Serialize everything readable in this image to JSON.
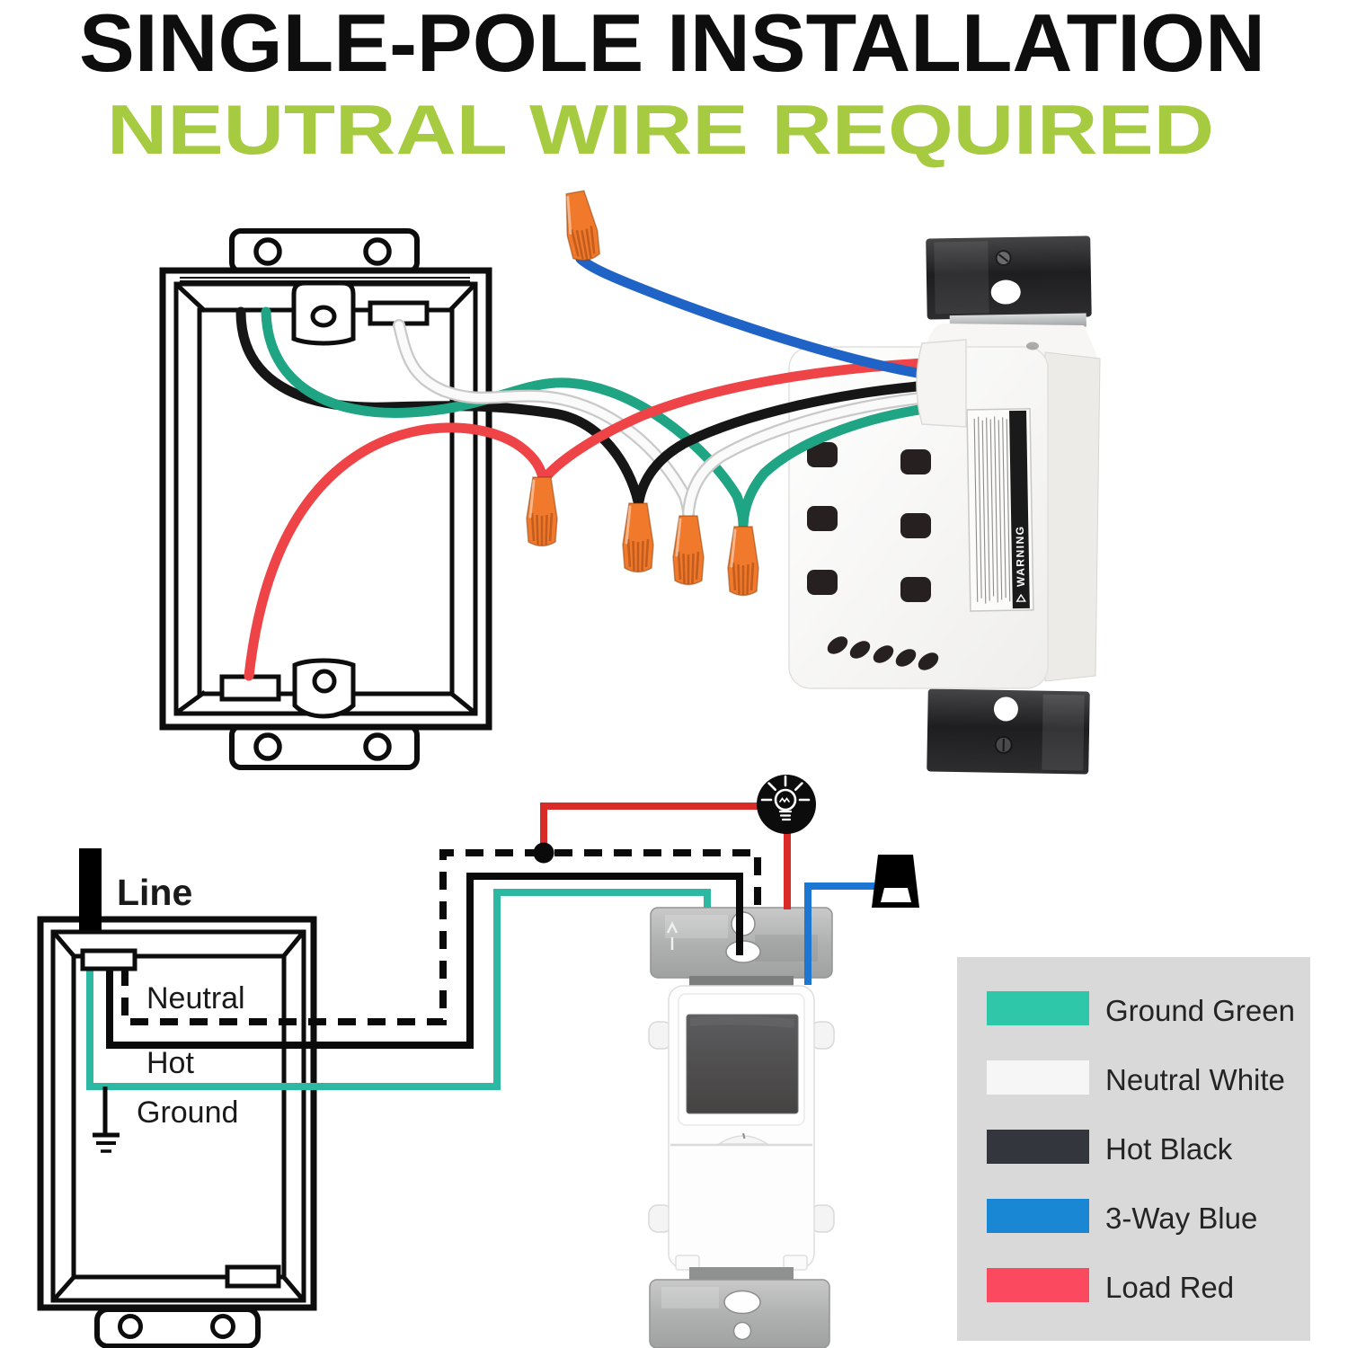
{
  "title": {
    "text": "SINGLE-POLE INSTALLATION",
    "color": "#0e0e0e"
  },
  "subtitle": {
    "text": "NEUTRAL WIRE REQUIRED",
    "color": "#a6cb40"
  },
  "schematic": {
    "line_label": "Line",
    "neutral_label": "Neutral",
    "hot_label": "Hot",
    "ground_label": "Ground",
    "label_color": "#1a1a1a"
  },
  "timer_device": {
    "warning_title": "WARNING"
  },
  "legend": {
    "panel_color": "#d9d9d9",
    "text_color": "#242424",
    "items": [
      {
        "label": "Ground Green",
        "color": "#2ec7a9"
      },
      {
        "label": "Neutral White",
        "color": "#f6f6f6"
      },
      {
        "label": "Hot Black",
        "color": "#33363c"
      },
      {
        "label": "3-Way Blue",
        "color": "#1a87d4"
      },
      {
        "label": "Load Red",
        "color": "#fb4a5f"
      }
    ]
  },
  "colors": {
    "wire_black": "#161616",
    "wire_green": "#1fa583",
    "wire_white": "#fafafa",
    "wire_white_edge": "#c9c9c9",
    "wire_red": "#ee4347",
    "wire_blue": "#2063c6",
    "nut_orange": "#f0792b",
    "sch_black": "#0a0a0a",
    "sch_ground": "#2cb8a2",
    "sch_red": "#d92b28",
    "sch_blue": "#1c76d2"
  }
}
